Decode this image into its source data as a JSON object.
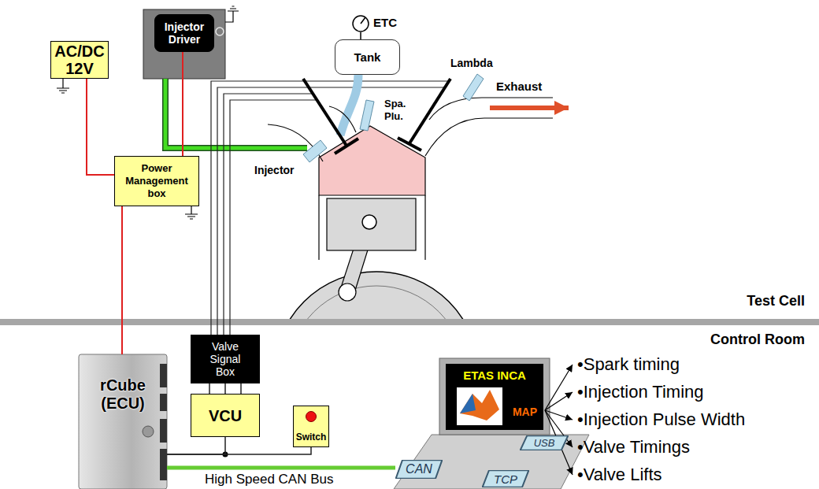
{
  "diagram": {
    "nodes": [
      {
        "text": [
          "AC/DC 12V"
        ]
      },
      {
        "text": [
          "Injector Driver"
        ]
      },
      {
        "text": [
          "Tank"
        ]
      },
      {
        "text": [
          "Power Management box"
        ]
      },
      {
        "text": [
          "rCube (ECU)"
        ]
      },
      {
        "text": [
          "Valve Signal Box"
        ]
      },
      {
        "text": [
          "VCU"
        ]
      },
      {
        "text": [
          "Switch"
        ]
      },
      {
        "text": [
          "ETAS INCA",
          "MAP"
        ]
      },
      {
        "text": [
          "USB"
        ]
      },
      {
        "text": [
          "CAN"
        ]
      },
      {
        "text": [
          "TCP"
        ]
      }
    ],
    "edges": [
      {
        "from": 0,
        "to": 3,
        "arrow": "none"
      },
      {
        "from": 3,
        "to": 1,
        "arrow": "none"
      },
      {
        "from": 3,
        "to": 4,
        "arrow": "none"
      },
      {
        "from": 5,
        "to": 6,
        "arrow": "none"
      },
      {
        "from": 4,
        "to": 6,
        "arrow": "none"
      },
      {
        "from": 4,
        "to": 7,
        "arrow": "none"
      },
      {
        "from": 4,
        "to": 10,
        "label": "High Speed CAN Bus",
        "arrow": "none"
      }
    ],
    "labels": [
      "ETC",
      "Lambda",
      "Exhaust",
      "Spa. Plu.",
      "Injector",
      "Test Cell",
      "Control Room",
      "•Spark timing",
      "•Injection Timing",
      "•Injection Pulse Width",
      "•Valve Timings",
      "•Valve Lifts"
    ]
  }
}
